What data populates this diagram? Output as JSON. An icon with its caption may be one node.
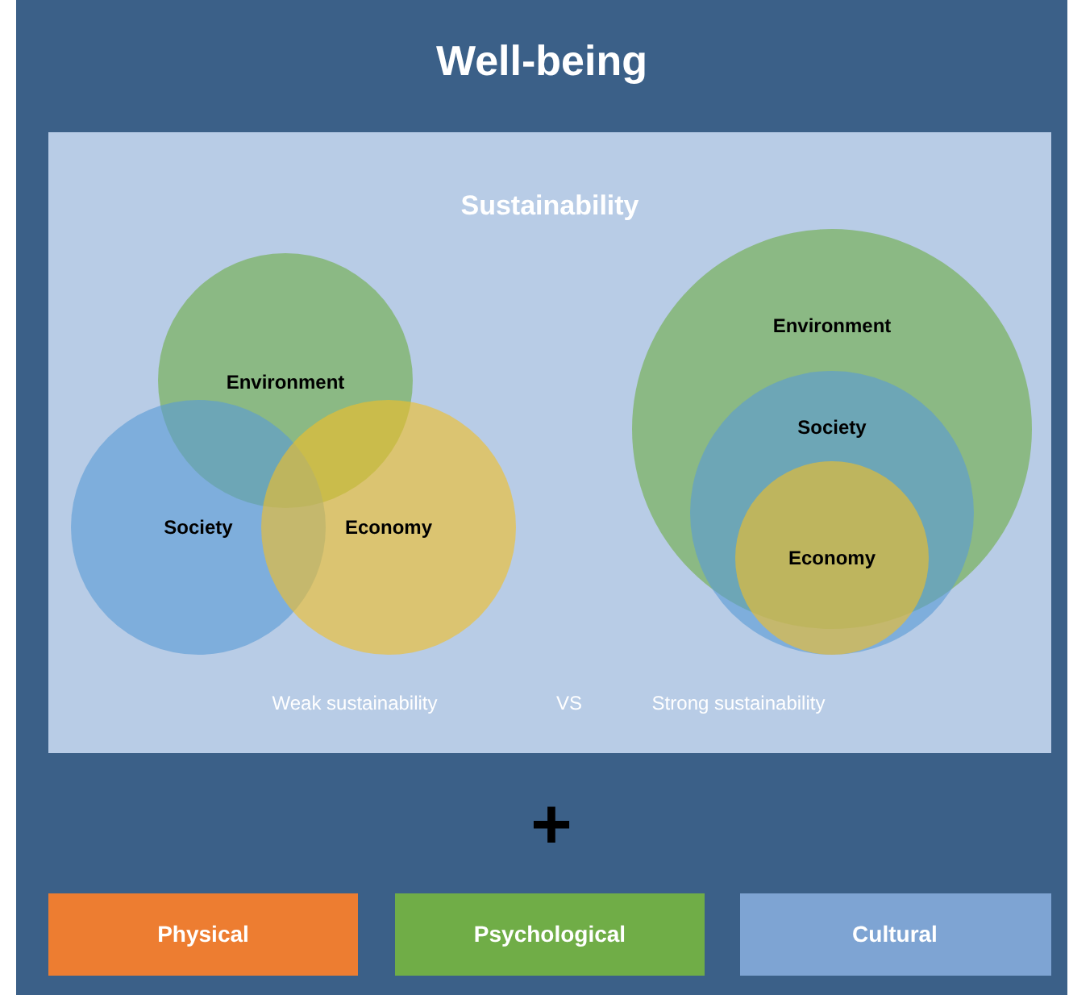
{
  "diagram": {
    "nodes": [
      {
        "text": [
          "Well-being"
        ]
      },
      {
        "text": [
          "Sustainability"
        ],
        "in": 0
      },
      {
        "text": [
          "Environment"
        ],
        "in": 1
      },
      {
        "text": [
          "Society"
        ],
        "in": 1
      },
      {
        "text": [
          "Economy"
        ],
        "in": 1
      },
      {
        "text": [
          "Environment"
        ],
        "in": 1
      },
      {
        "text": [
          "Society"
        ],
        "in": 5
      },
      {
        "text": [
          "Economy"
        ],
        "in": 6
      },
      {
        "text": [
          "Physical"
        ],
        "in": 0
      },
      {
        "text": [
          "Psychological"
        ],
        "in": 0
      },
      {
        "text": [
          "Cultural"
        ],
        "in": 0
      }
    ],
    "labels": [
      "Weak sustainability",
      "VS",
      "Strong sustainability",
      "+"
    ]
  }
}
